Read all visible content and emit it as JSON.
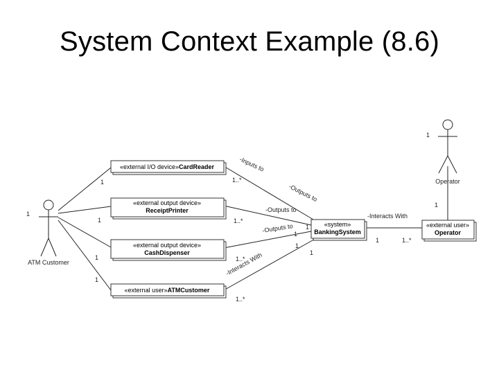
{
  "slide": {
    "title": "System Context Example (8.6)"
  },
  "actors": {
    "atm_customer": {
      "name": "ATM Customer",
      "multiplicity": "1"
    },
    "operator": {
      "name": "Operator",
      "multiplicity": "1"
    }
  },
  "classes": {
    "card_reader": {
      "stereotype": "«external I/O device»",
      "name": "CardReader"
    },
    "receipt_printer": {
      "stereotype": "«external output device»",
      "name": "ReceiptPrinter"
    },
    "cash_dispenser": {
      "stereotype": "«external output device»",
      "name": "CashDispenser"
    },
    "atm_customer_box": {
      "stereotype": "«external user»",
      "name": "ATMCustomer"
    },
    "banking_system": {
      "stereotype": "«system»",
      "name": "BankingSystem"
    },
    "operator_box": {
      "stereotype": "«external user»",
      "name": "Operator"
    }
  },
  "associations": {
    "inputs_to": "-Inputs to",
    "outputs_to_1": "-Outputs to",
    "outputs_to_2": "-Outputs to",
    "outputs_to_3": "-Outputs to",
    "interacts_with_1": "-Interacts With",
    "interacts_with_2": "-Interacts With"
  },
  "multiplicities": {
    "cardreader_left": "1",
    "cardreader_right": "1..*",
    "printer_left": "1",
    "printer_right": "1..*",
    "bank_printer_end": "1",
    "bank_dispenser_end": "1",
    "dispenser_left": "1",
    "dispenser_right": "1..*",
    "bank_dispenser_low": "1",
    "bank_customer_low": "1",
    "customer_box_left": "1",
    "customer_box_bottom": "1..*",
    "bank_operator_end": "1",
    "operator_box_left": "1..*",
    "operator_box_top": "1"
  }
}
